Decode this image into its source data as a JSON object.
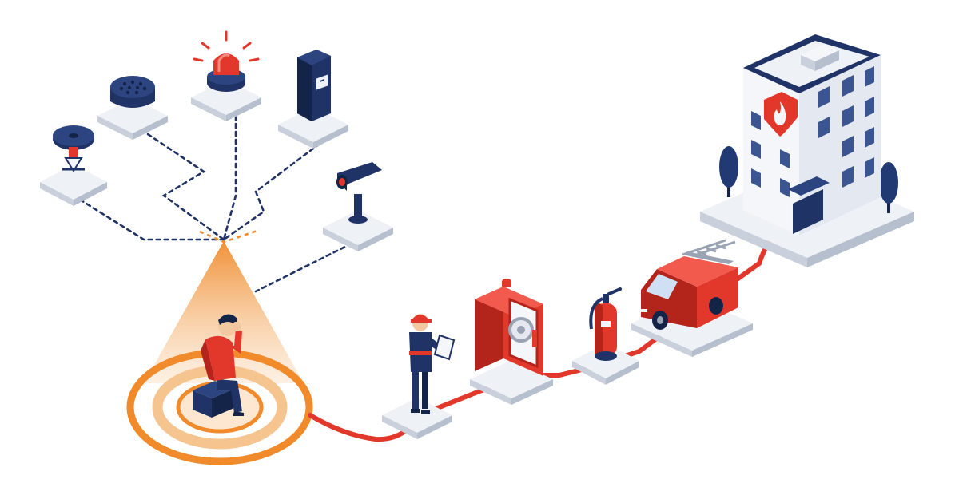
{
  "diagram": {
    "theme": {
      "navy": "#1f3366",
      "navy_dark": "#142449",
      "red": "#e2372b",
      "red_dark": "#b3241b",
      "orange": "#f08a2b",
      "orange_light": "#f6c48f",
      "platform_top": "#eef1f6",
      "platform_side": "#c9d0dc",
      "building_wall": "#f4f6fa",
      "building_window": "#3b5590",
      "tree": "#223a73"
    },
    "devices": [
      {
        "name": "sprinkler-head",
        "icon": "sprinkler-icon"
      },
      {
        "name": "smoke-detector",
        "icon": "smoke-detector-icon"
      },
      {
        "name": "alarm-beacon",
        "icon": "alarm-beacon-icon"
      },
      {
        "name": "control-panel",
        "icon": "control-panel-icon"
      },
      {
        "name": "security-camera",
        "icon": "camera-icon"
      }
    ],
    "chain": [
      {
        "name": "person-in-distress",
        "icon": "distressed-person-icon"
      },
      {
        "name": "technician",
        "icon": "technician-icon"
      },
      {
        "name": "hose-cabinet",
        "icon": "fire-hose-cabinet-icon"
      },
      {
        "name": "fire-extinguisher",
        "icon": "fire-extinguisher-icon"
      },
      {
        "name": "fire-truck",
        "icon": "fire-truck-icon"
      },
      {
        "name": "protected-building",
        "icon": "building-shield-icon"
      }
    ]
  }
}
